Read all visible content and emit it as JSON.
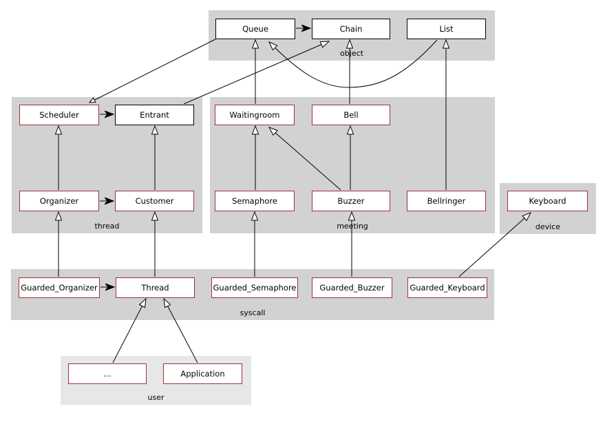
{
  "diagram": {
    "kind": "class-hierarchy",
    "colors": {
      "region_bg": "#d2d2d2",
      "user_region_bg": "#e7e7e7",
      "box_bg": "#ffffff",
      "box_border_red": "#9e2f35",
      "box_border_black": "#000000",
      "line": "#000000"
    }
  },
  "regions": {
    "object": {
      "label": "object",
      "classes": [
        {
          "name": "Queue"
        },
        {
          "name": "Chain"
        },
        {
          "name": "List"
        }
      ]
    },
    "thread": {
      "label": "thread",
      "classes": [
        {
          "name": "Scheduler"
        },
        {
          "name": "Entrant"
        },
        {
          "name": "Organizer"
        },
        {
          "name": "Customer"
        }
      ]
    },
    "meeting": {
      "label": "meeting",
      "classes": [
        {
          "name": "Waitingroom"
        },
        {
          "name": "Bell"
        },
        {
          "name": "Semaphore"
        },
        {
          "name": "Buzzer"
        },
        {
          "name": "Bellringer"
        }
      ]
    },
    "device": {
      "label": "device",
      "classes": [
        {
          "name": "Keyboard"
        }
      ]
    },
    "syscall": {
      "label": "syscall",
      "classes": [
        {
          "name": "Guarded_Organizer"
        },
        {
          "name": "Thread"
        },
        {
          "name": "Guarded_Semaphore"
        },
        {
          "name": "Guarded_Buzzer"
        },
        {
          "name": "Guarded_Keyboard"
        }
      ]
    },
    "user": {
      "label": "user",
      "classes": [
        {
          "name": "..."
        },
        {
          "name": "Application"
        }
      ]
    }
  },
  "relations": [
    {
      "from": "Queue",
      "to": "Chain",
      "type": "uses"
    },
    {
      "from": "Scheduler",
      "to": "Entrant",
      "type": "uses"
    },
    {
      "from": "Organizer",
      "to": "Customer",
      "type": "uses"
    },
    {
      "from": "Guarded_Organizer",
      "to": "Thread",
      "type": "uses"
    },
    {
      "from": "Scheduler",
      "to": "Queue",
      "type": "inherits"
    },
    {
      "from": "Waitingroom",
      "to": "Queue",
      "type": "inherits"
    },
    {
      "from": "List",
      "to": "Queue",
      "type": "inherits"
    },
    {
      "from": "Entrant",
      "to": "Chain",
      "type": "inherits"
    },
    {
      "from": "Bell",
      "to": "Chain",
      "type": "inherits"
    },
    {
      "from": "Bellringer",
      "to": "List",
      "type": "inherits"
    },
    {
      "from": "Organizer",
      "to": "Scheduler",
      "type": "inherits"
    },
    {
      "from": "Customer",
      "to": "Entrant",
      "type": "inherits"
    },
    {
      "from": "Semaphore",
      "to": "Waitingroom",
      "type": "inherits"
    },
    {
      "from": "Buzzer",
      "to": "Waitingroom",
      "type": "inherits"
    },
    {
      "from": "Buzzer",
      "to": "Bell",
      "type": "inherits"
    },
    {
      "from": "Guarded_Organizer",
      "to": "Organizer",
      "type": "inherits"
    },
    {
      "from": "Thread",
      "to": "Customer",
      "type": "inherits"
    },
    {
      "from": "Guarded_Semaphore",
      "to": "Semaphore",
      "type": "inherits"
    },
    {
      "from": "Guarded_Buzzer",
      "to": "Buzzer",
      "type": "inherits"
    },
    {
      "from": "Guarded_Keyboard",
      "to": "Keyboard",
      "type": "inherits"
    },
    {
      "from": "...",
      "to": "Thread",
      "type": "inherits"
    },
    {
      "from": "Application",
      "to": "Thread",
      "type": "inherits"
    }
  ]
}
